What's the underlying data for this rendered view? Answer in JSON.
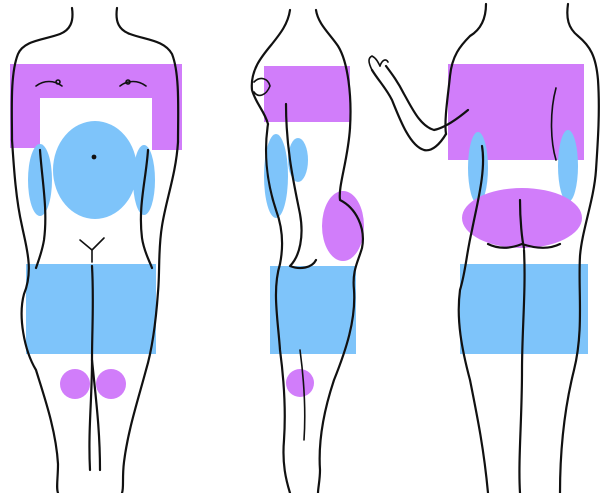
{
  "figure": {
    "views": [
      {
        "view": "front",
        "zones": [
          {
            "area": "upper-chest-and-arms",
            "color": "violet"
          },
          {
            "area": "abdomen",
            "color": "blue"
          },
          {
            "area": "left-flank",
            "color": "blue"
          },
          {
            "area": "right-flank",
            "color": "blue"
          },
          {
            "area": "thighs",
            "color": "blue"
          },
          {
            "area": "left-knee",
            "color": "violet"
          },
          {
            "area": "right-knee",
            "color": "violet"
          }
        ]
      },
      {
        "view": "side",
        "zones": [
          {
            "area": "upper-arm-and-chest",
            "color": "violet"
          },
          {
            "area": "flank",
            "color": "blue"
          },
          {
            "area": "buttock",
            "color": "violet"
          },
          {
            "area": "thigh",
            "color": "blue"
          },
          {
            "area": "knee",
            "color": "violet"
          }
        ]
      },
      {
        "view": "back",
        "zones": [
          {
            "area": "upper-back-and-arms",
            "color": "violet"
          },
          {
            "area": "left-flank",
            "color": "blue"
          },
          {
            "area": "right-flank",
            "color": "blue"
          },
          {
            "area": "buttocks",
            "color": "violet"
          },
          {
            "area": "thighs",
            "color": "blue"
          }
        ]
      }
    ]
  },
  "colors": {
    "violet": "#d17dfa",
    "blue": "#7ec4fa",
    "outline": "#111111",
    "background": "#ffffff"
  }
}
